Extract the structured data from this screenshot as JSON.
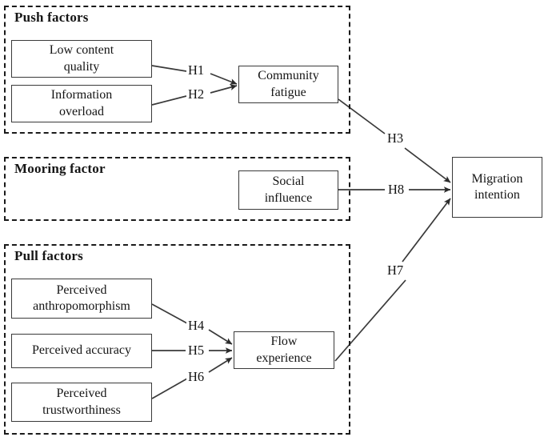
{
  "figure": {
    "type": "research-model-diagram",
    "title": "Push-Pull-Mooring research model",
    "colors": {
      "line": "#3a3a3a",
      "frame": "#1a1a1a",
      "text": "#141414",
      "background": "#ffffff"
    }
  },
  "groups": [
    {
      "id": "push",
      "title": "Push factors"
    },
    {
      "id": "mooring",
      "title": "Mooring factor"
    },
    {
      "id": "pull",
      "title": "Pull factors"
    }
  ],
  "nodes": [
    {
      "id": "low-content-quality",
      "line1": "Low content",
      "line2": "quality"
    },
    {
      "id": "information-overload",
      "line1": "Information",
      "line2": "overload"
    },
    {
      "id": "community-fatigue",
      "line1": "Community",
      "line2": "fatigue"
    },
    {
      "id": "social-influence",
      "line1": "Social",
      "line2": "influence"
    },
    {
      "id": "perceived-anthropomorphism",
      "line1": "Perceived",
      "line2": "anthropomorphism"
    },
    {
      "id": "perceived-accuracy",
      "line1": "Perceived accuracy",
      "line2": ""
    },
    {
      "id": "perceived-trustworthiness",
      "line1": "Perceived",
      "line2": "trustworthiness"
    },
    {
      "id": "flow-experience",
      "line1": "Flow",
      "line2": "experience"
    },
    {
      "id": "migration-intention",
      "line1": "Migration",
      "line2": "intention"
    }
  ],
  "hypotheses": [
    {
      "id": "H1",
      "label": "H1",
      "from": "low-content-quality",
      "to": "community-fatigue"
    },
    {
      "id": "H2",
      "label": "H2",
      "from": "information-overload",
      "to": "community-fatigue"
    },
    {
      "id": "H3",
      "label": "H3",
      "from": "community-fatigue",
      "to": "migration-intention"
    },
    {
      "id": "H4",
      "label": "H4",
      "from": "perceived-anthropomorphism",
      "to": "flow-experience"
    },
    {
      "id": "H5",
      "label": "H5",
      "from": "perceived-accuracy",
      "to": "flow-experience"
    },
    {
      "id": "H6",
      "label": "H6",
      "from": "perceived-trustworthiness",
      "to": "flow-experience"
    },
    {
      "id": "H7",
      "label": "H7",
      "from": "flow-experience",
      "to": "migration-intention"
    },
    {
      "id": "H8",
      "label": "H8",
      "from": "social-influence",
      "to": "migration-intention"
    }
  ]
}
